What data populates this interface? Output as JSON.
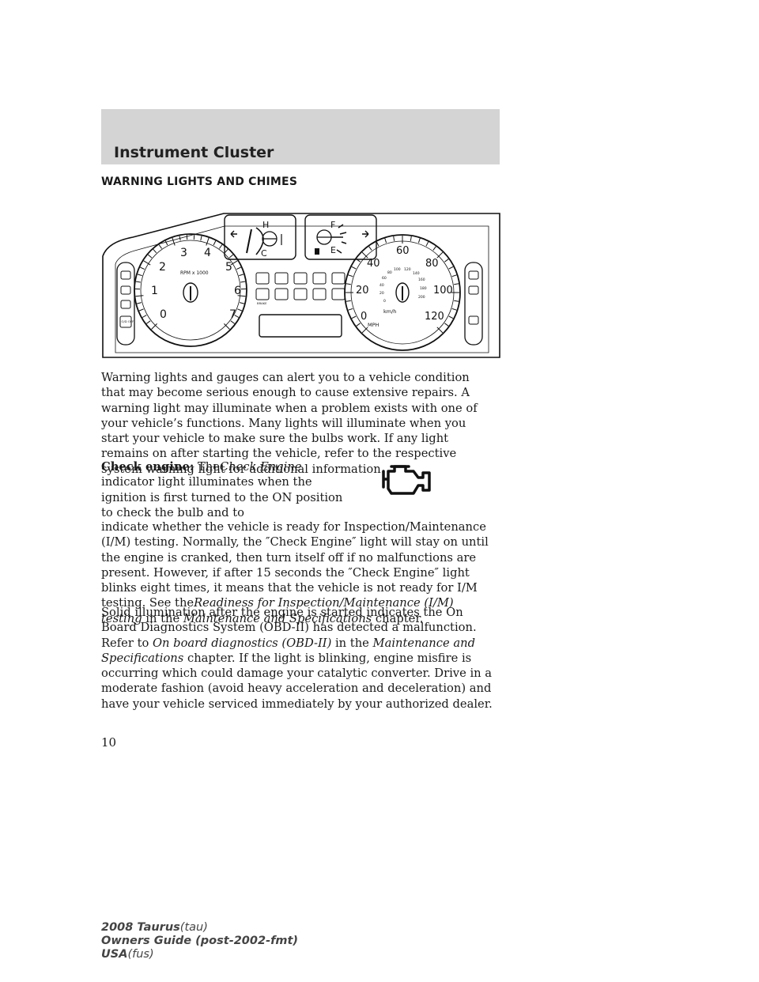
{
  "header": {
    "title": "Instrument Cluster"
  },
  "section": {
    "title": "WARNING LIGHTS AND CHIMES"
  },
  "cluster": {
    "tach_numbers": [
      "0",
      "1",
      "2",
      "3",
      "4",
      "5",
      "6",
      "7"
    ],
    "tach_label": "RPM x 1000",
    "temp_hot": "H",
    "temp_cold": "C",
    "fuel_full": "F",
    "fuel_empty": "E",
    "mph_numbers": [
      "0",
      "20",
      "40",
      "60",
      "80",
      "100",
      "120"
    ],
    "kmh_numbers": [
      "0",
      "20",
      "40",
      "60",
      "80",
      "100",
      "120",
      "140",
      "160",
      "180",
      "200"
    ],
    "mph_label": "MPH",
    "kmh_label": "km/h",
    "od_off_label": "O/D OFF",
    "brake_label": "BRAKE"
  },
  "paragraphs": {
    "intro": "Warning lights and gauges can alert you to a vehicle condition that may become serious enough to cause extensive repairs. A warning light may illuminate when a problem exists with one of your vehicle’s functions. Many lights will illuminate when you start your vehicle to make sure the bulbs work. If any light remains on after starting the vehicle, refer to the respective system warning light for additional information.",
    "check_engine": {
      "label": "Check engine:",
      "the": "The",
      "italic_1": "Check Engine",
      "text_1": "indicator light illuminates when the ignition is first turned to the ON position to check the bulb and to",
      "text_2": "indicate whether the vehicle is ready for Inspection/Maintenance (I/M) testing. Normally, the ″Check Engine″ light will stay on until the engine is cranked, then turn itself off if no malfunctions are present. However, if after 15 seconds the ″Check Engine″ light blinks eight times, it means that the vehicle is not ready for I/M testing. See the",
      "italic_2": "Readiness for Inspection/Maintenance (I/M) testing",
      "in_the": "in the",
      "italic_3": "Maintenance and Specifications",
      "chapter": "chapter."
    },
    "obd": {
      "text_1": "Solid illumination after the engine is started indicates the On Board Diagnostics System (OBD-II) has detected a malfunction. Refer to",
      "italic_1": "On board diagnostics (OBD-II)",
      "in_the": "in the",
      "italic_2": "Maintenance and Specifications",
      "text_2": "chapter. If the light is blinking, engine misfire is occurring which could damage your catalytic converter. Drive in a moderate fashion (avoid heavy acceleration and deceleration) and have your vehicle serviced immediately by your authorized dealer."
    }
  },
  "page_number": "10",
  "footer": {
    "line1_bold": "2008 Taurus",
    "line1_code": "(tau)",
    "line2_bold": "Owners Guide (post-2002-fmt)",
    "line3_bold": "USA",
    "line3_code": "(fus)"
  }
}
